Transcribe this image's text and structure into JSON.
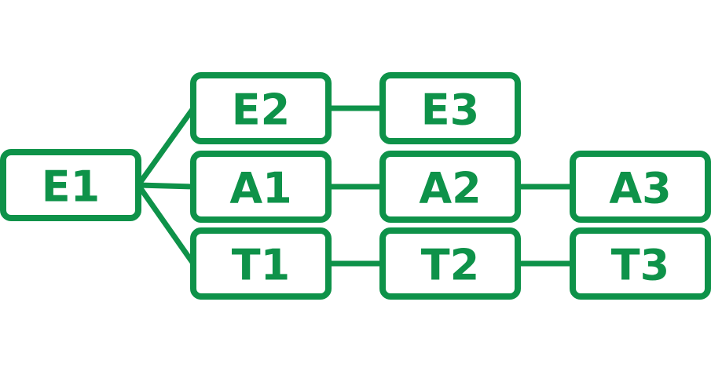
{
  "colors": {
    "stroke": "#0e9249",
    "fill": "#ffffff",
    "text": "#0e9249"
  },
  "nodes": [
    {
      "id": "E1",
      "label": "E1"
    },
    {
      "id": "E2",
      "label": "E2"
    },
    {
      "id": "E3",
      "label": "E3"
    },
    {
      "id": "A1",
      "label": "A1"
    },
    {
      "id": "A2",
      "label": "A2"
    },
    {
      "id": "A3",
      "label": "A3"
    },
    {
      "id": "T1",
      "label": "T1"
    },
    {
      "id": "T2",
      "label": "T2"
    },
    {
      "id": "T3",
      "label": "T3"
    }
  ],
  "edges": [
    {
      "from": "E1",
      "to": "E2"
    },
    {
      "from": "E1",
      "to": "A1"
    },
    {
      "from": "E1",
      "to": "T1"
    },
    {
      "from": "E2",
      "to": "E3"
    },
    {
      "from": "A1",
      "to": "A2"
    },
    {
      "from": "A2",
      "to": "A3"
    },
    {
      "from": "T1",
      "to": "T2"
    },
    {
      "from": "T2",
      "to": "T3"
    }
  ]
}
